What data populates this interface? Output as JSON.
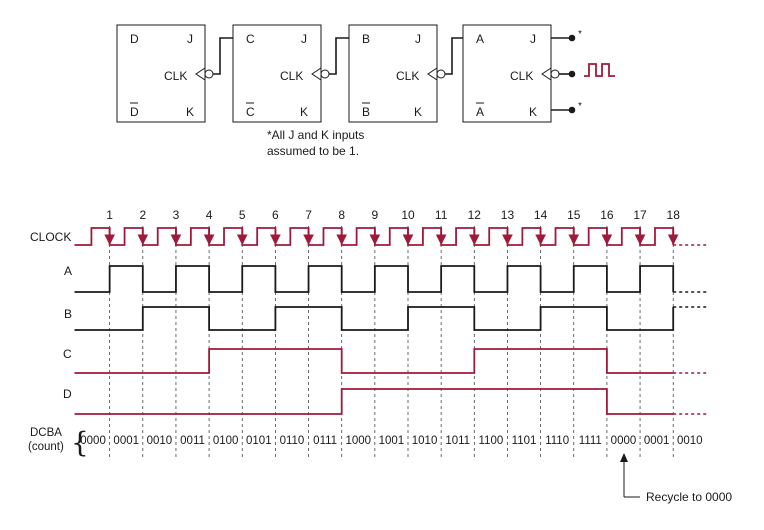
{
  "colors": {
    "red": "#a0193a",
    "black": "#1a1a1a"
  },
  "flipflops": [
    {
      "q": "D",
      "qbar": "D",
      "j": "J",
      "k": "K",
      "clk": "CLK"
    },
    {
      "q": "C",
      "qbar": "C",
      "j": "J",
      "k": "K",
      "clk": "CLK"
    },
    {
      "q": "B",
      "qbar": "B",
      "j": "J",
      "k": "K",
      "clk": "CLK"
    },
    {
      "q": "A",
      "qbar": "A",
      "j": "J",
      "k": "K",
      "clk": "CLK"
    }
  ],
  "asterisk": "*",
  "note_line1": "*All J and K inputs",
  "note_line2": "assumed to be 1.",
  "pulse_numbers": [
    "1",
    "2",
    "3",
    "4",
    "5",
    "6",
    "7",
    "8",
    "9",
    "10",
    "11",
    "12",
    "13",
    "14",
    "15",
    "16",
    "17",
    "18"
  ],
  "signals": {
    "clock": "CLOCK",
    "a": "A",
    "b": "B",
    "c": "C",
    "d": "D"
  },
  "count_label_line1": "DCBA",
  "count_label_line2": "(count)",
  "counts": [
    "0000",
    "0001",
    "0010",
    "0011",
    "0100",
    "0101",
    "0110",
    "0111",
    "1000",
    "1001",
    "1010",
    "1011",
    "1100",
    "1101",
    "1110",
    "1111",
    "0000",
    "0001",
    "0010"
  ],
  "recycle_label": "Recycle to 0000"
}
